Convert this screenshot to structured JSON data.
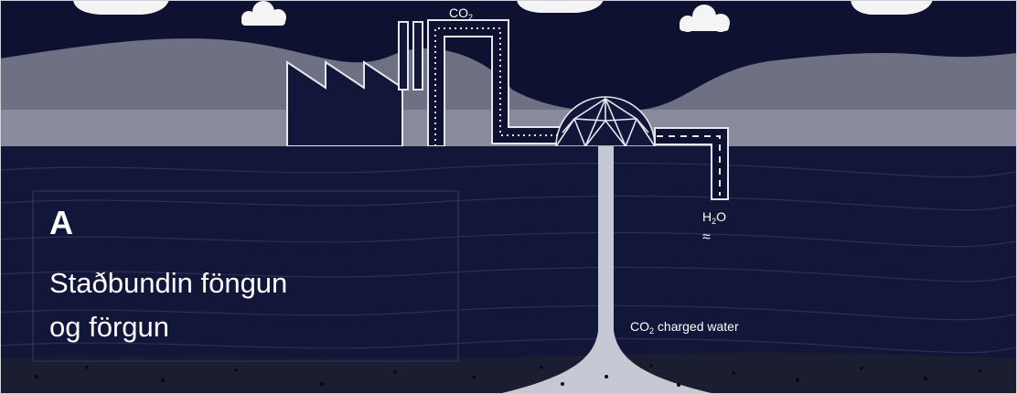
{
  "diagram": {
    "gas_label": "CO",
    "gas_label_sub": "2",
    "water_label_a": "H",
    "water_label_sub": "2",
    "water_label_b": "O",
    "charged_label_prefix": "CO",
    "charged_label_sub": "2",
    "charged_label_rest": " charged water",
    "wave_symbol": "≈"
  },
  "label_box": {
    "letter": "A",
    "line1": "Staðbundin föngun",
    "line2": "og förgun"
  },
  "colors": {
    "sky": "#0e1130",
    "hills": "#6e7184",
    "land_band": "#a3a4b3",
    "ground": "#121639",
    "bedrock": "#1b1d30",
    "injection": "#c6c8d4",
    "outline": "#e6e7ee",
    "cloud": "#f4f4f4"
  }
}
